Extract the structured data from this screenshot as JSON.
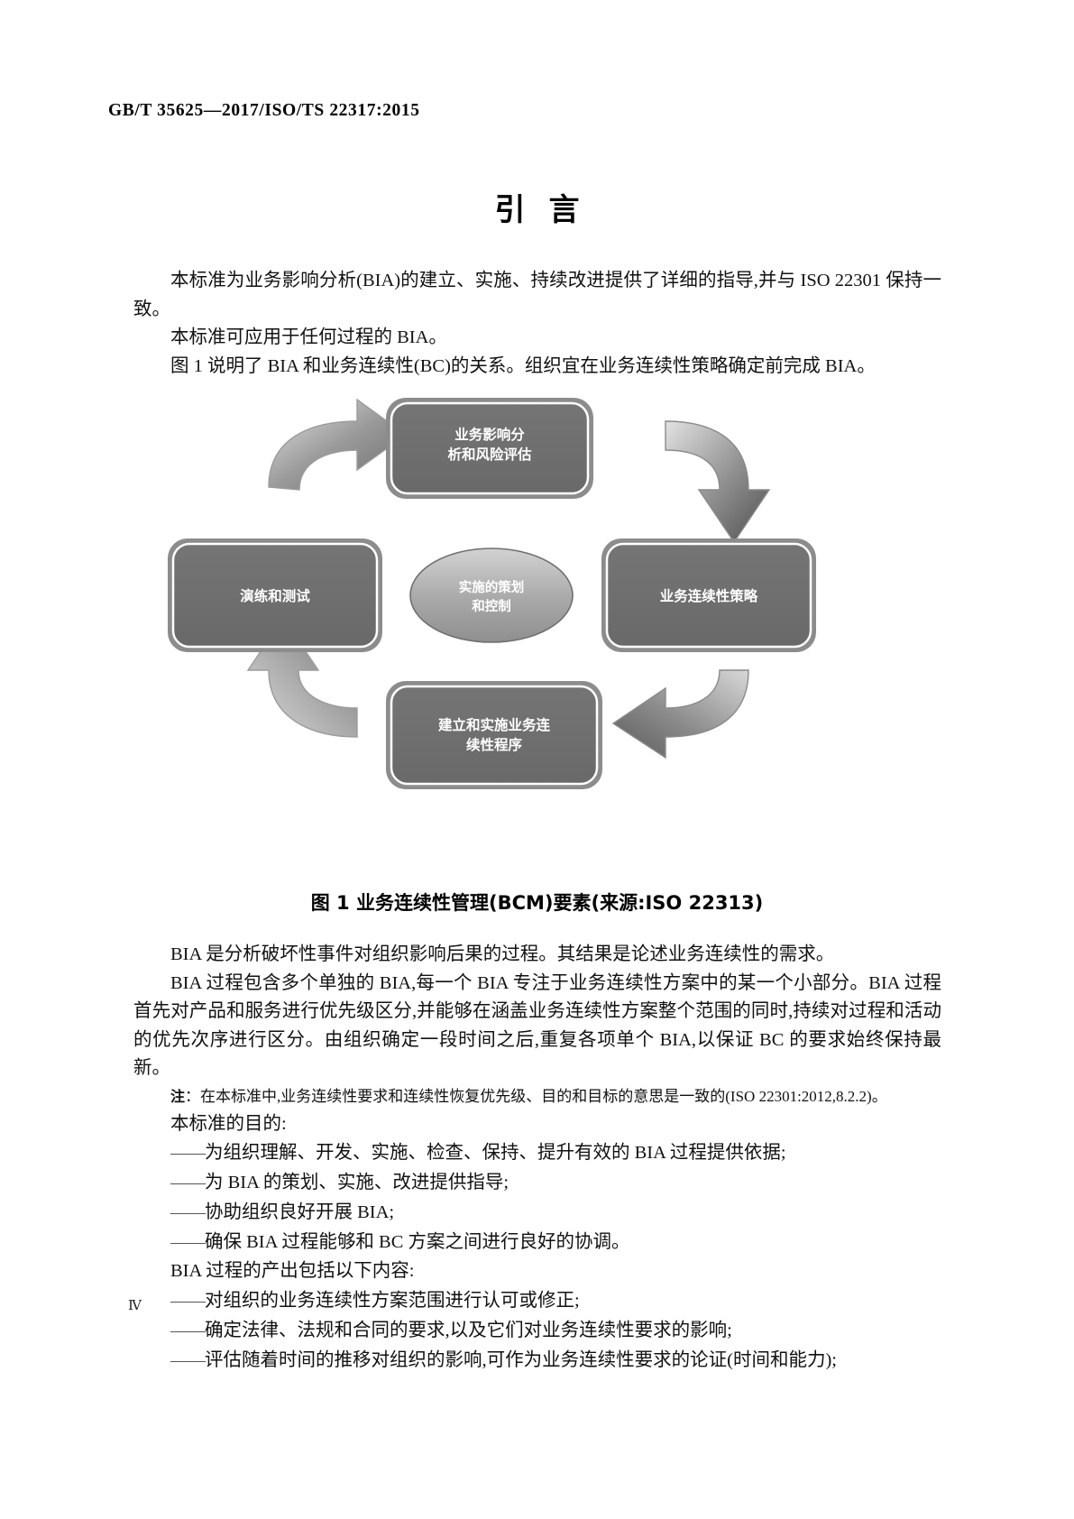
{
  "header": {
    "standard_ref": "GB/T 35625—2017/ISO/TS 22317:2015"
  },
  "title": "引言",
  "page_number": "Ⅳ",
  "intro_paragraphs": [
    "本标准为业务影响分析(BIA)的建立、实施、持续改进提供了详细的指导,并与 ISO 22301 保持一致。",
    "本标准可应用于任何过程的 BIA。",
    "图 1 说明了 BIA 和业务连续性(BC)的关系。组织宜在业务连续性策略确定前完成 BIA。"
  ],
  "figure": {
    "caption": "图 1   业务连续性管理(BCM)要素(来源:ISO 22313)",
    "center_node": "实施的策划和控制",
    "center_node_line1": "实施的策划",
    "center_node_line2": "和控制",
    "nodes": [
      {
        "id": "top",
        "line1": "业务影响分",
        "line2": "析和风险评估"
      },
      {
        "id": "right",
        "line1": "业务连续性策略",
        "line2": ""
      },
      {
        "id": "bottom",
        "line1": "建立和实施业务连",
        "line2": "续性程序"
      },
      {
        "id": "left",
        "line1": "演练和测试",
        "line2": ""
      }
    ],
    "arrows": [
      "top-left-inbound",
      "top-right-outbound",
      "bottom-right-inbound",
      "bottom-left-outbound"
    ],
    "colors": {
      "box_fill": "#6e6e6e",
      "box_border": "#8c8c8c",
      "arrow_dark": "#595959",
      "arrow_light": "#d9d9d9",
      "text": "#ffffff"
    }
  },
  "body_paragraphs": [
    "BIA 是分析破坏性事件对组织影响后果的过程。其结果是论述业务连续性的需求。",
    "BIA 过程包含多个单独的 BIA,每一个 BIA 专注于业务连续性方案中的某一个小部分。BIA 过程首先对产品和服务进行优先级区分,并能够在涵盖业务连续性方案整个范围的同时,持续对过程和活动的优先次序进行区分。由组织确定一段时间之后,重复各项单个 BIA,以保证 BC 的要求始终保持最新。"
  ],
  "note": {
    "label": "注",
    "text": "：在本标准中,业务连续性要求和连续性恢复优先级、目的和目标的意思是一致的(ISO 22301:2012,8.2.2)。"
  },
  "purpose": {
    "lead": "本标准的目的:",
    "items": [
      "为组织理解、开发、实施、检查、保持、提升有效的 BIA 过程提供依据;",
      "为 BIA 的策划、实施、改进提供指导;",
      "协助组织良好开展 BIA;",
      "确保 BIA 过程能够和 BC 方案之间进行良好的协调。"
    ]
  },
  "outputs": {
    "lead": "BIA 过程的产出包括以下内容:",
    "items": [
      "对组织的业务连续性方案范围进行认可或修正;",
      "确定法律、法规和合同的要求,以及它们对业务连续性要求的影响;",
      "评估随着时间的推移对组织的影响,可作为业务连续性要求的论证(时间和能力);"
    ]
  },
  "dash_marker": "——"
}
